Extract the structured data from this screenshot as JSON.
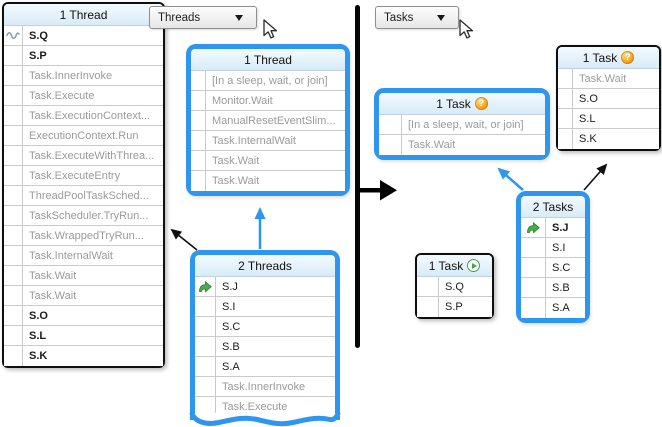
{
  "colors": {
    "accent_blue": "#2F96F0",
    "box_border_black": "#0E0E0E",
    "header_bg": "#D7EBF8",
    "muted_text": "#9B9B9B",
    "text": "#1B1B1B",
    "green_icon": "#3FA44A",
    "question_icon_orange": "#F6A623"
  },
  "icons": {
    "question_glyph": "?",
    "current_frame_icon": "green-curved-arrow",
    "thread_marker_icon": "gray-squiggle",
    "play_icon": "green-play-circle",
    "dropdown_arrow_icon": "triangle-down"
  },
  "threads_view": {
    "dropdown_label": "Threads",
    "main_stack": {
      "title": "1 Thread",
      "frames": [
        "S.Q",
        "S.P",
        "Task.InnerInvoke",
        "Task.Execute",
        "Task.ExecutionContext...",
        "ExecutionContext.Run",
        "Task.ExecuteWithThrea...",
        "Task.ExecuteEntry",
        "ThreadPoolTaskSched...",
        "TaskScheduler.TryRun...",
        "Task.WrappedTryRun...",
        "Task.InternalWait",
        "Task.Wait",
        "Task.Wait",
        "S.O",
        "S.L",
        "S.K"
      ]
    },
    "waiting_stack": {
      "title": "1 Thread",
      "frames": [
        "[In a sleep, wait, or join]",
        "Monitor.Wait",
        "ManualResetEventSlim...",
        "Task.InternalWait",
        "Task.Wait",
        "Task.Wait"
      ]
    },
    "two_threads_stack": {
      "title": "2 Threads",
      "frames": [
        "S.J",
        "S.I",
        "S.C",
        "S.B",
        "S.A",
        "Task.InnerInvoke",
        "Task.Execute"
      ]
    }
  },
  "tasks_view": {
    "dropdown_label": "Tasks",
    "waiting_task": {
      "title": "1 Task",
      "frames": [
        "[In a sleep, wait, or join]",
        "Task.Wait"
      ]
    },
    "blocked_task": {
      "title": "1 Task",
      "frames": [
        "Task.Wait",
        "S.O",
        "S.L",
        "S.K"
      ]
    },
    "two_tasks": {
      "title": "2 Tasks",
      "frames": [
        "S.J",
        "S.I",
        "S.C",
        "S.B",
        "S.A"
      ]
    },
    "running_task": {
      "title": "1 Task",
      "frames": [
        "S.Q",
        "S.P"
      ]
    }
  }
}
